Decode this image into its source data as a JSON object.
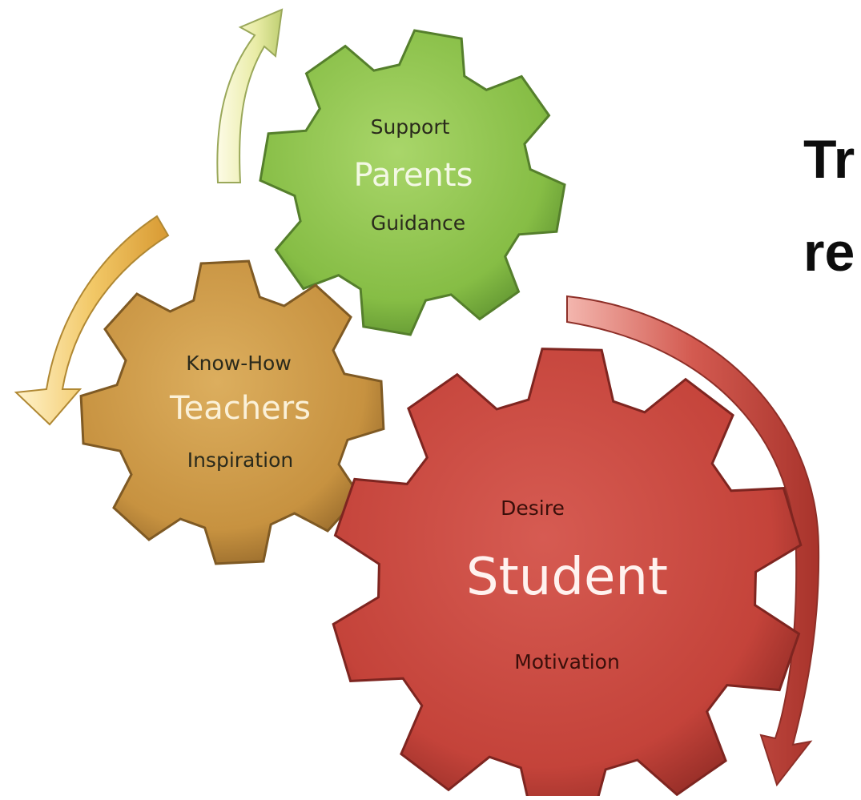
{
  "diagram": {
    "parents": {
      "top": "Support",
      "center": "Parents",
      "bottom": "Guidance",
      "color": "#8fbf47"
    },
    "teachers": {
      "top": "Know-How",
      "center": "Teachers",
      "bottom": "Inspiration",
      "color": "#c9953f"
    },
    "student": {
      "top": "Desire",
      "center": "Student",
      "bottom": "Motivation",
      "color": "#c8463d"
    },
    "heading_lines": [
      "Tr",
      "re"
    ],
    "arrow_colors": {
      "green": "#dfe8a8",
      "orange": "#e8b04a",
      "red": "#c94a42"
    }
  }
}
